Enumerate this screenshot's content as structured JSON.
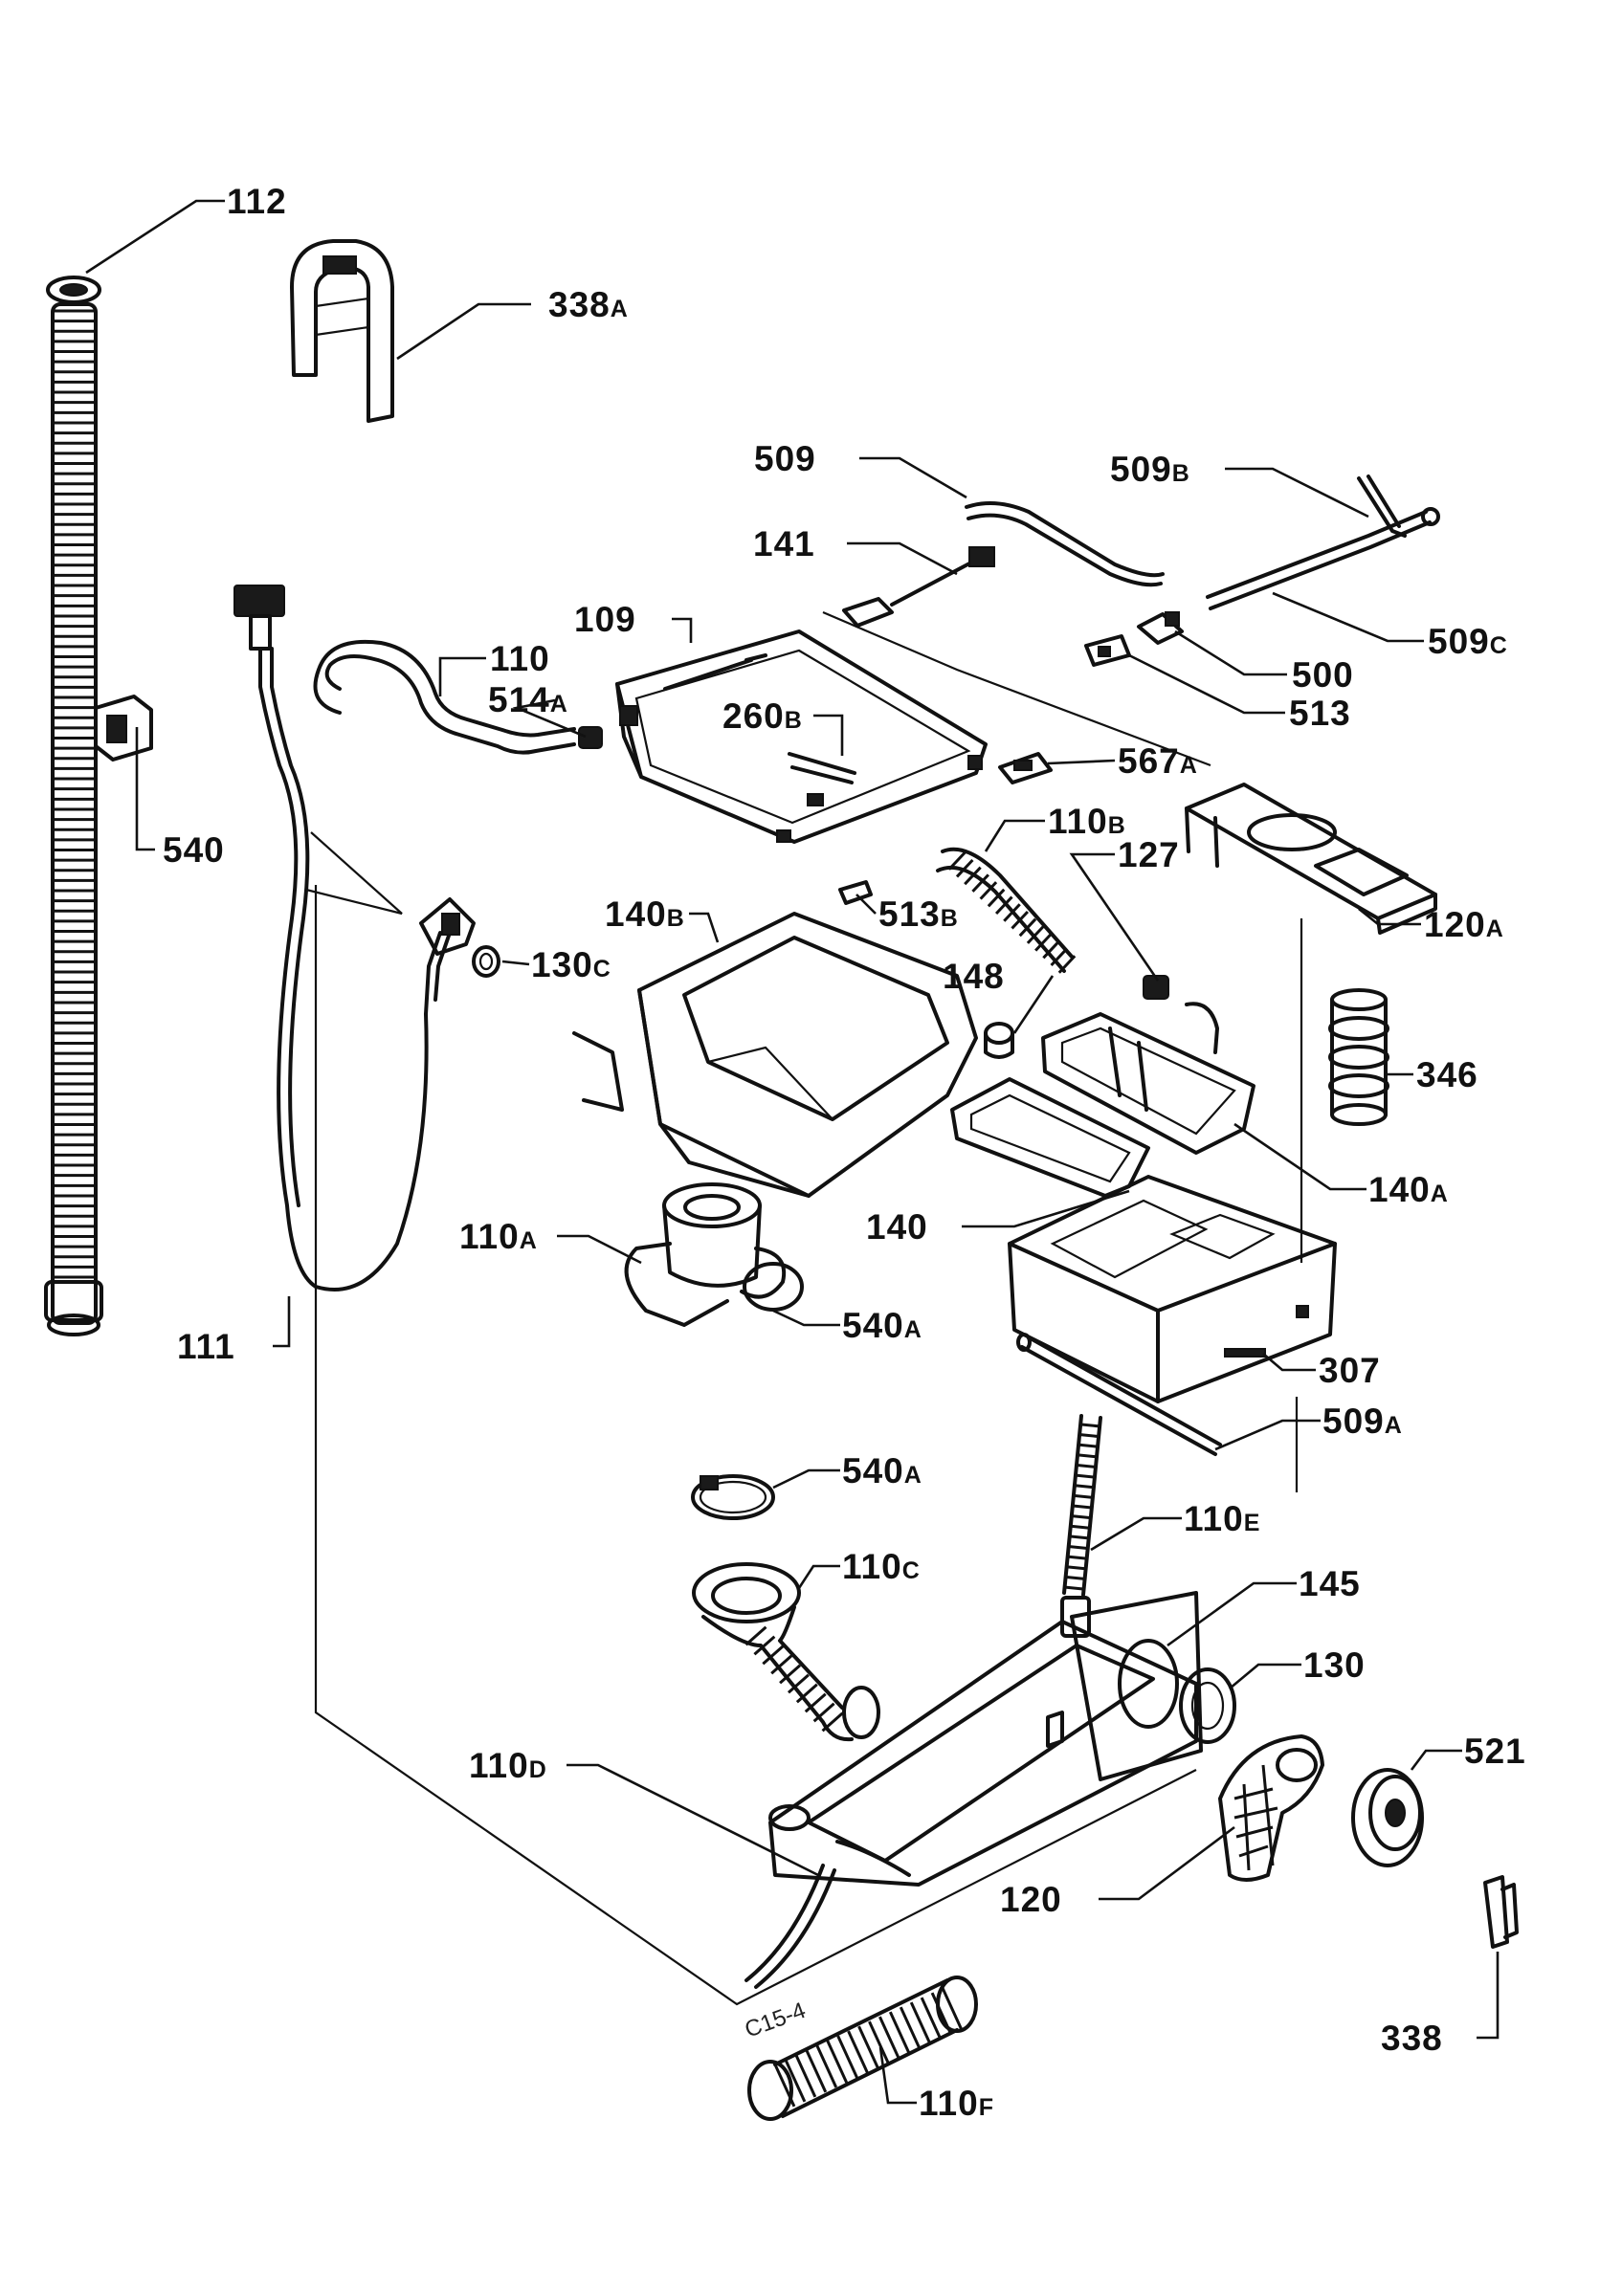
{
  "diagram": {
    "parts": [
      {
        "id": "112",
        "main": "112",
        "suffix": ""
      },
      {
        "id": "338A",
        "main": "338",
        "suffix": "A"
      },
      {
        "id": "509",
        "main": "509",
        "suffix": ""
      },
      {
        "id": "509B",
        "main": "509",
        "suffix": "B"
      },
      {
        "id": "141",
        "main": "141",
        "suffix": ""
      },
      {
        "id": "109",
        "main": "109",
        "suffix": ""
      },
      {
        "id": "509C",
        "main": "509",
        "suffix": "C"
      },
      {
        "id": "110",
        "main": "110",
        "suffix": ""
      },
      {
        "id": "500",
        "main": "500",
        "suffix": ""
      },
      {
        "id": "514A",
        "main": "514",
        "suffix": "A"
      },
      {
        "id": "513",
        "main": "513",
        "suffix": ""
      },
      {
        "id": "260B",
        "main": "260",
        "suffix": "B"
      },
      {
        "id": "567A",
        "main": "567",
        "suffix": "A"
      },
      {
        "id": "540",
        "main": "540",
        "suffix": ""
      },
      {
        "id": "110B",
        "main": "110",
        "suffix": "B"
      },
      {
        "id": "127",
        "main": "127",
        "suffix": ""
      },
      {
        "id": "120A",
        "main": "120",
        "suffix": "A"
      },
      {
        "id": "140B",
        "main": "140",
        "suffix": "B"
      },
      {
        "id": "513B",
        "main": "513",
        "suffix": "B"
      },
      {
        "id": "130C",
        "main": "130",
        "suffix": "C"
      },
      {
        "id": "148",
        "main": "148",
        "suffix": ""
      },
      {
        "id": "346",
        "main": "346",
        "suffix": ""
      },
      {
        "id": "140A",
        "main": "140",
        "suffix": "A"
      },
      {
        "id": "140",
        "main": "140",
        "suffix": ""
      },
      {
        "id": "110A",
        "main": "110",
        "suffix": "A"
      },
      {
        "id": "540A-top",
        "main": "540",
        "suffix": "A"
      },
      {
        "id": "111",
        "main": "111",
        "suffix": ""
      },
      {
        "id": "307",
        "main": "307",
        "suffix": ""
      },
      {
        "id": "509A",
        "main": "509",
        "suffix": "A"
      },
      {
        "id": "540A-bottom",
        "main": "540",
        "suffix": "A"
      },
      {
        "id": "110E",
        "main": "110",
        "suffix": "E"
      },
      {
        "id": "110C",
        "main": "110",
        "suffix": "C"
      },
      {
        "id": "145",
        "main": "145",
        "suffix": ""
      },
      {
        "id": "130",
        "main": "130",
        "suffix": ""
      },
      {
        "id": "110D",
        "main": "110",
        "suffix": "D"
      },
      {
        "id": "521",
        "main": "521",
        "suffix": ""
      },
      {
        "id": "120",
        "main": "120",
        "suffix": ""
      },
      {
        "id": "338",
        "main": "338",
        "suffix": ""
      },
      {
        "id": "110F",
        "main": "110",
        "suffix": "F"
      }
    ],
    "drawing_code": "C15-4"
  }
}
